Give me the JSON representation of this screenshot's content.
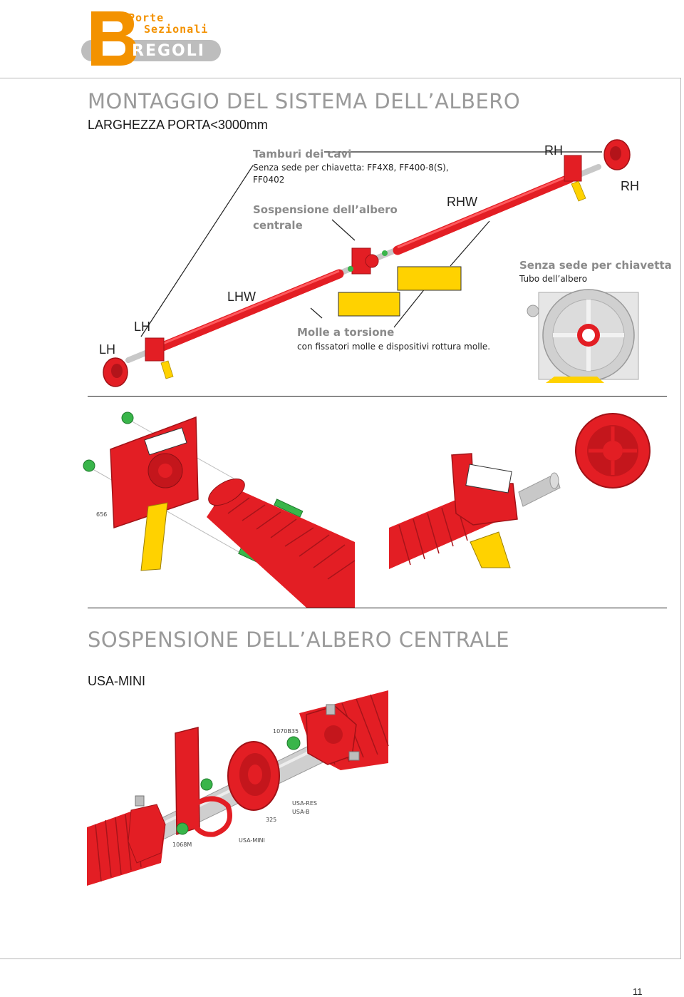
{
  "brand": {
    "line1": "Porte",
    "line2": "Sezionali",
    "name": "REGOLI",
    "monogram": "B",
    "color_orange": "#f39200",
    "color_grey": "#b5b5b5"
  },
  "section1": {
    "title": "MONTAGGIO DEL SISTEMA DELL’ALBERO",
    "subtitle": "LARGHEZZA PORTA<3000mm"
  },
  "callouts": {
    "drums_title": "Tamburi dei cavi",
    "drums_desc_1": "Senza sede per chiavetta: FF4X8, FF400-8(S),",
    "drums_desc_2": "FF0402",
    "center_title_1": "Sospensione dell’albero",
    "center_title_2": "centrale",
    "springs_title": "Molle a torsione",
    "springs_desc": "con fissatori molle e dispositivi rottura molle.",
    "keyless_title": "Senza  sede per chiavetta",
    "keyless_desc": "Tubo dell’albero"
  },
  "labels": {
    "rh_top": "RH",
    "rh_right": "RH",
    "rhw": "RHW",
    "lhw": "LHW",
    "lh_upper": "LH",
    "lh_lower": "LH"
  },
  "parts": {
    "part_656": "656"
  },
  "section2": {
    "title": "SOSPENSIONE DELL’ALBERO CENTRALE",
    "subtitle": "USA-MINI"
  },
  "detail_labels": {
    "l1070": "1070B35",
    "res": "USA-RES",
    "usab": "USA-B",
    "l325": "325",
    "mini": "USA-MINI",
    "l1068": "1068M"
  },
  "page_number": "11",
  "colors": {
    "red": "#e31e24",
    "dark_red": "#b3141a",
    "yellow": "#ffd200",
    "green": "#39b54a",
    "steel": "#c8c8c8"
  }
}
